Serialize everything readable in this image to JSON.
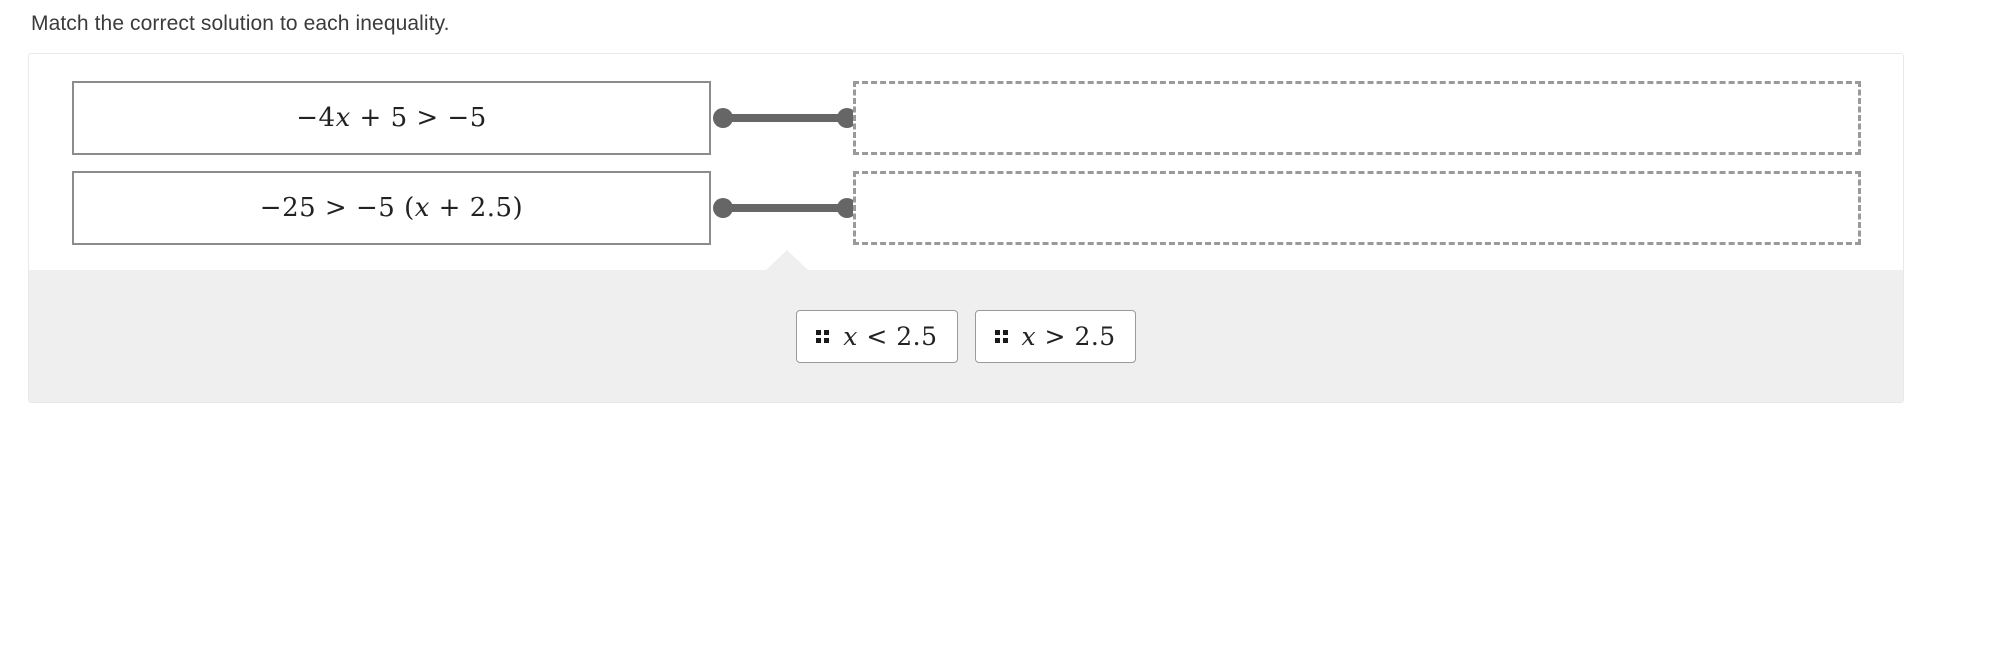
{
  "prompt": {
    "text": "Match the correct solution to each inequality."
  },
  "match_rows": [
    {
      "prompt_label": "−4x + 5 > −5",
      "prompt_parts": {
        "lead": "−4",
        "var": "x",
        "tail": " + 5 > −5"
      },
      "dropzone_label": "",
      "dropzone_empty": true,
      "connector": "connector-line"
    },
    {
      "prompt_label": "−25 > −5 (x + 2.5)",
      "prompt_parts": {
        "lead": "−25 > −5 (",
        "var": "x",
        "tail": " + 2.5)"
      },
      "dropzone_label": "",
      "dropzone_empty": true,
      "connector": "connector-line"
    }
  ],
  "tray": {
    "tiles": [
      {
        "label": "x < 2.5",
        "parts": {
          "var": "x",
          "tail": " < 2.5"
        },
        "handle_icon": "drag-handle-icon"
      },
      {
        "label": "x > 2.5",
        "parts": {
          "var": "x",
          "tail": " > 2.5"
        },
        "handle_icon": "drag-handle-icon"
      }
    ]
  },
  "colors": {
    "tray_background": "#efefef",
    "card_border": "#e9e9e9",
    "prompt_box_border": "#8c8c8c",
    "dropzone_border": "#9a9a9a",
    "connector": "#666666",
    "text": "#3b3b3b"
  }
}
